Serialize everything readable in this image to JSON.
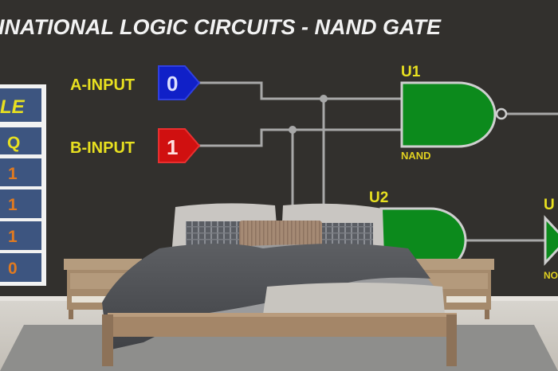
{
  "mural": {
    "title": "INATIONAL LOGIC CIRCUITS - NAND GATE",
    "truth_table": {
      "header": "LE",
      "column": "Q",
      "values": [
        "1",
        "1",
        "1",
        "0"
      ]
    },
    "inputs": [
      {
        "label": "A-INPUT",
        "value": "0",
        "color": "#1020c8"
      },
      {
        "label": "B-INPUT",
        "value": "1",
        "color": "#d01010"
      }
    ],
    "gates": [
      {
        "label": "U1",
        "type_label": "NAND"
      },
      {
        "label": "U2"
      },
      {
        "label": "U",
        "type_label": "NO"
      }
    ],
    "colors": {
      "wall": "#32302d",
      "gate": "#0c8a1c",
      "label": "#e8e020",
      "table_cell": "#3d5580",
      "table_value": "#e07a20"
    }
  }
}
